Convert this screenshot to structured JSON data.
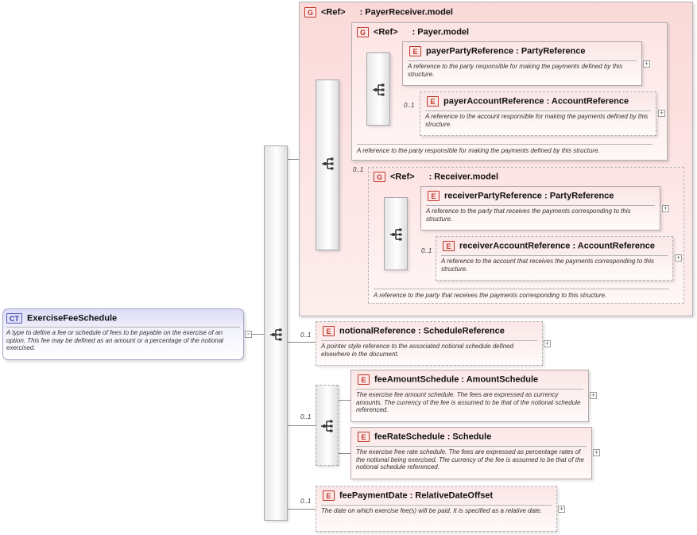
{
  "complex_type": {
    "badge": "CT",
    "name": "ExerciseFeeSchedule",
    "doc": "A type to define a fee or schedule of fees to be payable on the exercise of an option. This fee may be defined as an amount or a percentage of the notional exercised."
  },
  "groups": {
    "payer_receiver": {
      "badge": "G",
      "ref": "<Ref>",
      "name": ": PayerReceiver.model"
    },
    "payer": {
      "badge": "G",
      "ref": "<Ref>",
      "name": ": Payer.model",
      "doc": "A reference to the party responsible for making the payments defined by this structure."
    },
    "receiver": {
      "badge": "G",
      "ref": "<Ref>",
      "name": ": Receiver.model",
      "cardinality": "0..1",
      "doc": "A reference to the party that receives the payments corresponding to this structure."
    }
  },
  "elements": {
    "payer_party_reference": {
      "badge": "E",
      "label": "payerPartyReference : PartyReference",
      "doc": "A reference to the party responsible for making the payments defined by this structure."
    },
    "payer_account_reference": {
      "badge": "E",
      "label": "payerAccountReference : AccountReference",
      "cardinality": "0..1",
      "doc": "A reference to the account responsible for making the payments defined by this structure."
    },
    "receiver_party_reference": {
      "badge": "E",
      "label": "receiverPartyReference : PartyReference",
      "doc": "A reference to the party that receives the payments corresponding to this structure."
    },
    "receiver_account_reference": {
      "badge": "E",
      "label": "receiverAccountReference : AccountReference",
      "cardinality": "0..1",
      "doc": "A reference to the account that receives the payments corresponding to this structure."
    },
    "notional_reference": {
      "badge": "E",
      "label": "notionalReference : ScheduleReference",
      "cardinality": "0..1",
      "doc": "A pointer style reference to the associated notional schedule defined elsewhere in the document."
    },
    "fee_amount_schedule": {
      "badge": "E",
      "label": "feeAmountSchedule : AmountSchedule",
      "doc": "The exercise fee amount schedule. The fees are expressed as currency amounts. The currency of the fee is assumed to be that of the notional schedule referenced."
    },
    "fee_rate_schedule": {
      "badge": "E",
      "label": "feeRateSchedule : Schedule",
      "doc": "The exercise free rate schedule. The fees are expressed as percentage rates of the notional being exercised. The currency of the fee is assumed to be that of the notional schedule referenced."
    },
    "fee_payment_date": {
      "badge": "E",
      "label": "feePaymentDate : RelativeDateOffset",
      "cardinality": "0..1",
      "doc": "The date on which exercise fee(s) will be paid. It is specified as a relative date."
    }
  },
  "choice": {
    "cardinality": "0..1"
  },
  "symbols": {
    "expand": "+",
    "collapse": "−"
  },
  "colors": {
    "element_fill": "#fbe6e6",
    "group_fill": "#fbd9d9",
    "complex_type_fill": "#dcdcf7",
    "badge_red": "#c0392b"
  }
}
